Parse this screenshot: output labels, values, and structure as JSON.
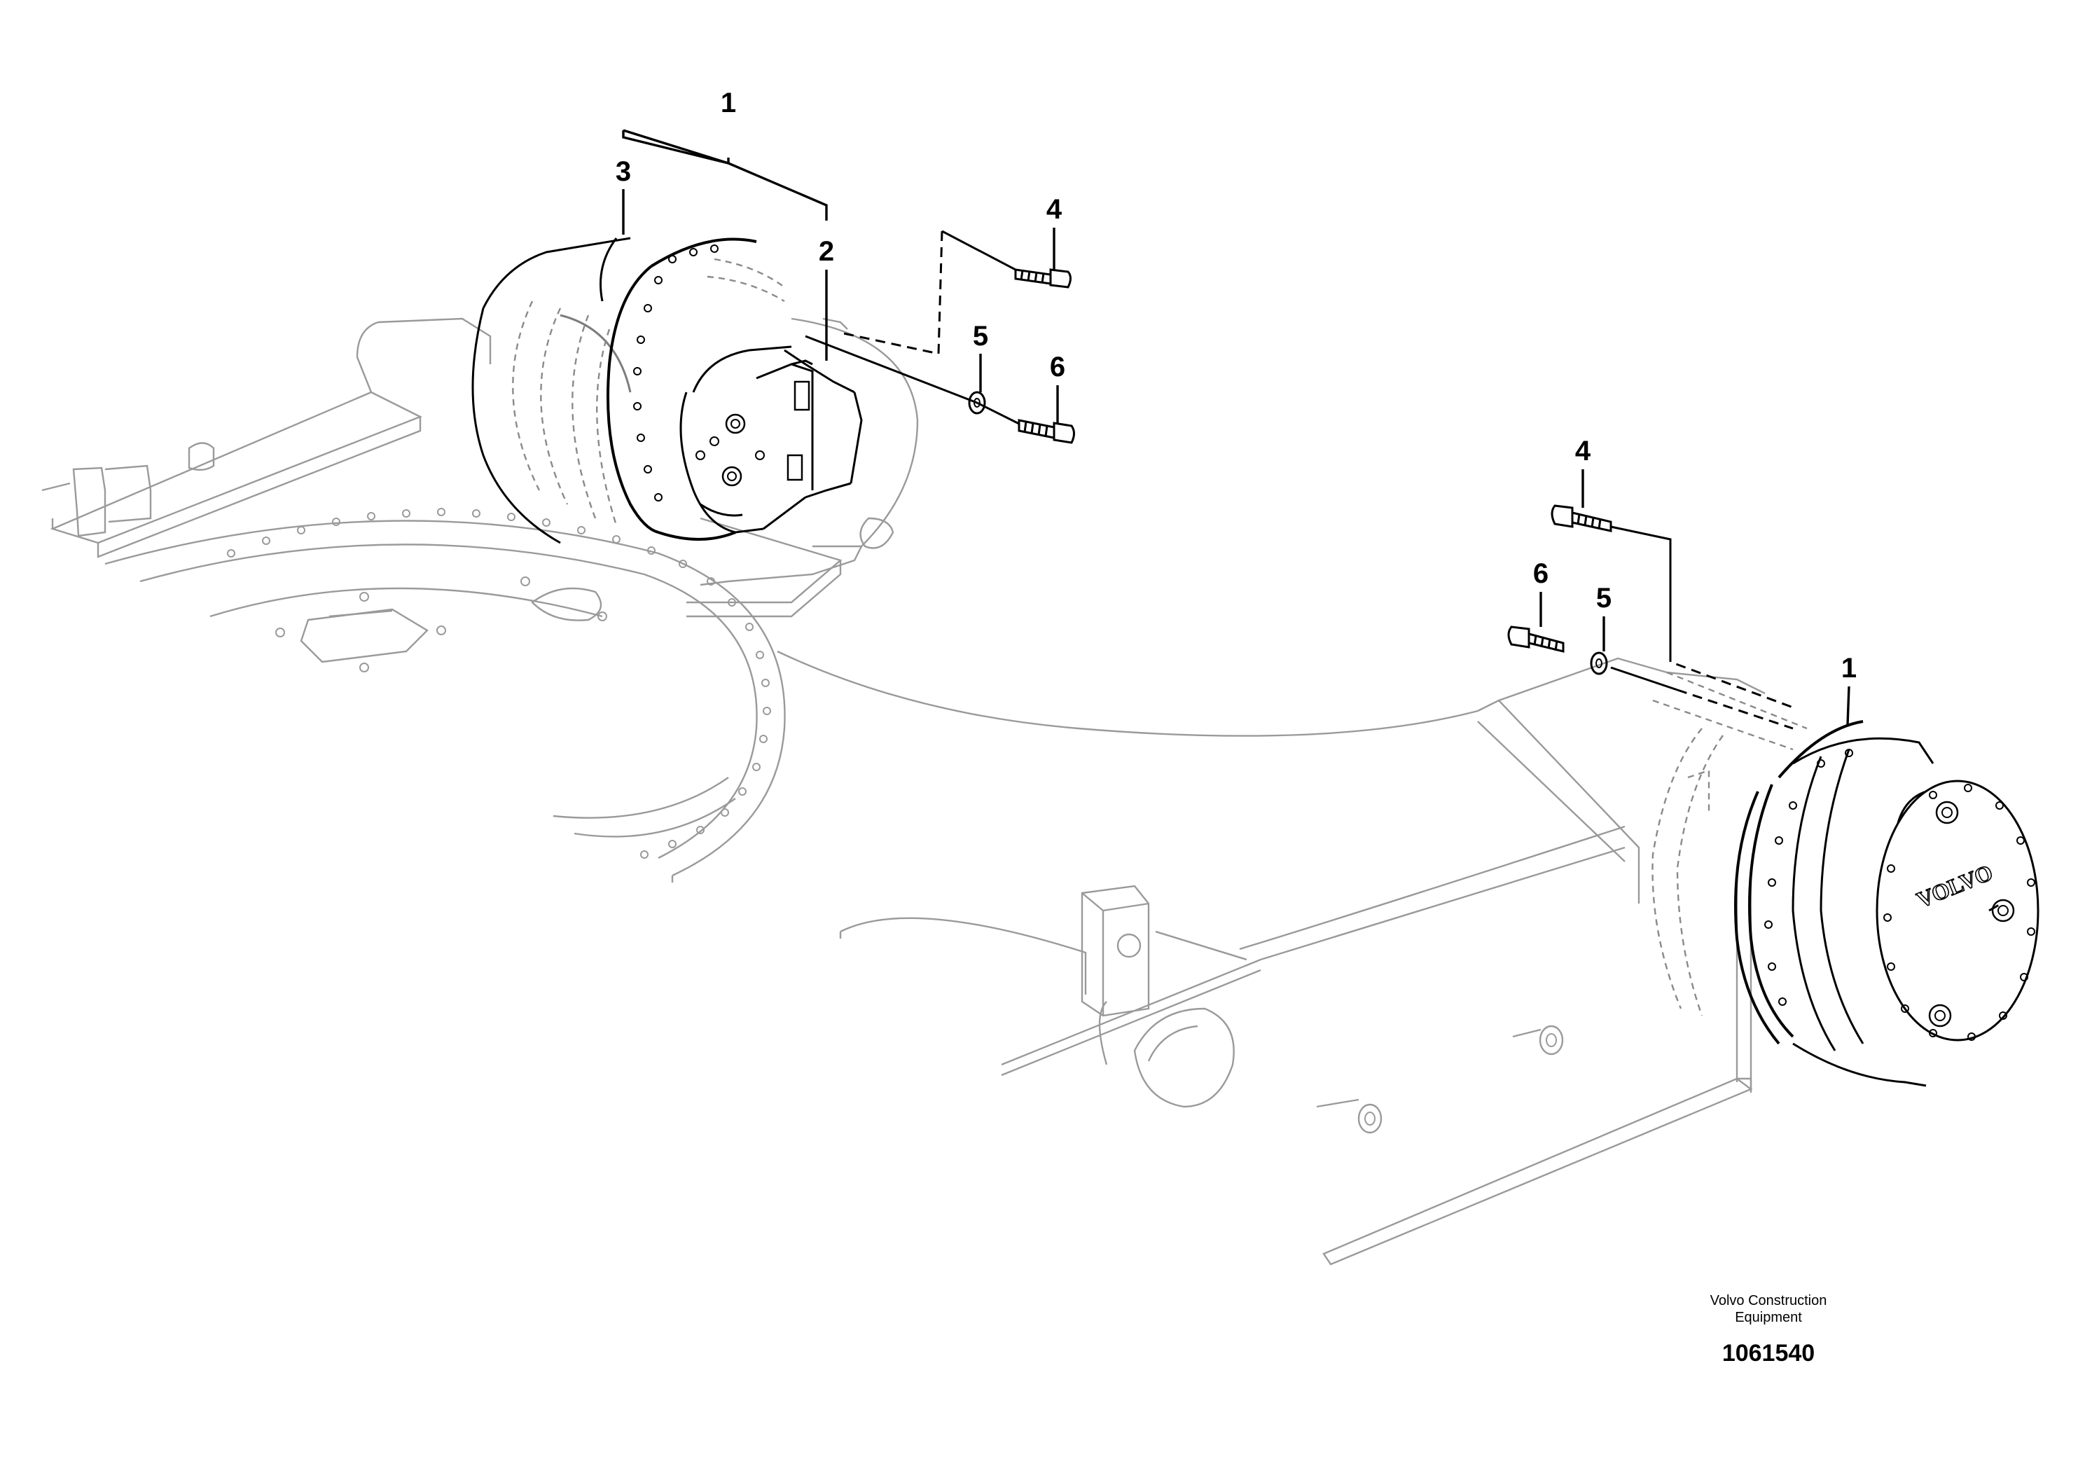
{
  "drawing": {
    "callouts": {
      "left_1": "1",
      "left_2": "2",
      "left_3": "3",
      "left_4": "4",
      "left_5": "5",
      "left_6": "6",
      "right_1": "1",
      "right_4": "4",
      "right_5": "5",
      "right_6": "6"
    },
    "logo_text": "VOLVO"
  },
  "footer": {
    "maker_line1": "Volvo Construction",
    "maker_line2": "Equipment",
    "part_number": "1061540"
  }
}
